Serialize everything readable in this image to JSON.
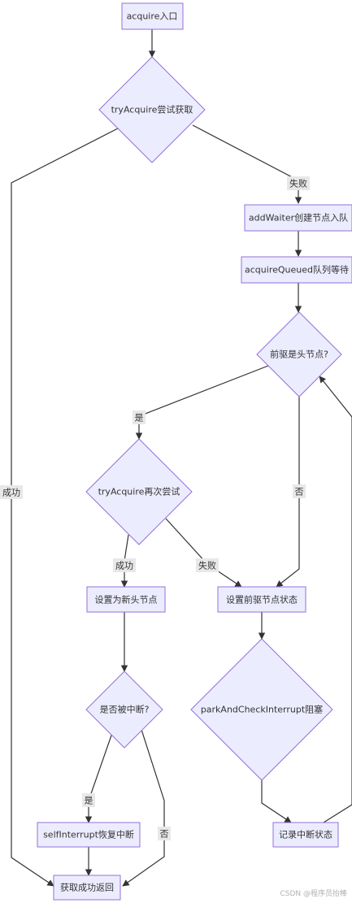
{
  "nodes": {
    "entry": "acquire入口",
    "try_acquire": "tryAcquire尝试获取",
    "add_waiter": "addWaiter创建节点入队",
    "acquire_queued": "acquireQueued队列等待",
    "pred_is_head": "前驱是头节点?",
    "try_again": "tryAcquire再次尝试",
    "set_head": "设置为新头节点",
    "set_pred_state": "设置前驱节点状态",
    "is_interrupted": "是否被中断?",
    "park_check": "parkAndCheckInterrupt阻塞",
    "self_interrupt": "selfInterrupt恢复中断",
    "record_interrupt": "记录中断状态",
    "success_return": "获取成功返回"
  },
  "edge_labels": {
    "try_fail": "失败",
    "try_success": "成功",
    "head_yes": "是",
    "head_no": "否",
    "again_success": "成功",
    "again_fail": "失败",
    "interrupted_yes": "是",
    "interrupted_no": "否"
  },
  "colors": {
    "node_fill": "#ECECFF",
    "node_stroke": "#9370DB",
    "line": "#333333",
    "label_bg": "#e8e8e8"
  },
  "watermark": "CSDN @程序员抬棒"
}
